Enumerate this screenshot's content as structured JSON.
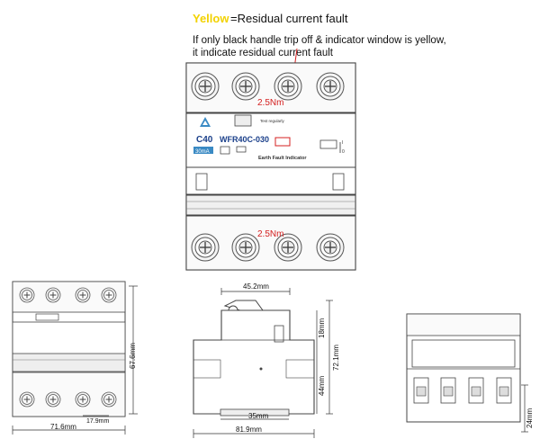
{
  "header": {
    "legend_word": "Yellow",
    "legend_rest": "=Residual current fault",
    "note_line1": "If only black handle trip off & indicator window is yellow,",
    "note_line2": "it indicate residual current fault"
  },
  "breaker": {
    "torque_top": "2.5Nm",
    "torque_bottom": "2.5Nm",
    "rating": "C40",
    "model": "WFR40C-030",
    "sensitivity": "30mA",
    "test_label": "Test regularly",
    "indicator_label": "Earth Fault Indicator",
    "switch_on_off": "I\n0"
  },
  "dims": {
    "front_width": "71.6mm",
    "pole_pitch": "17.9mm",
    "front_height": "67.6mm",
    "side_top": "45.2mm",
    "side_upper": "18mm",
    "side_height": "72.1mm",
    "side_mid": "44mm",
    "rail_width": "35mm",
    "side_width": "81.9mm",
    "back_depth": "24mm"
  }
}
